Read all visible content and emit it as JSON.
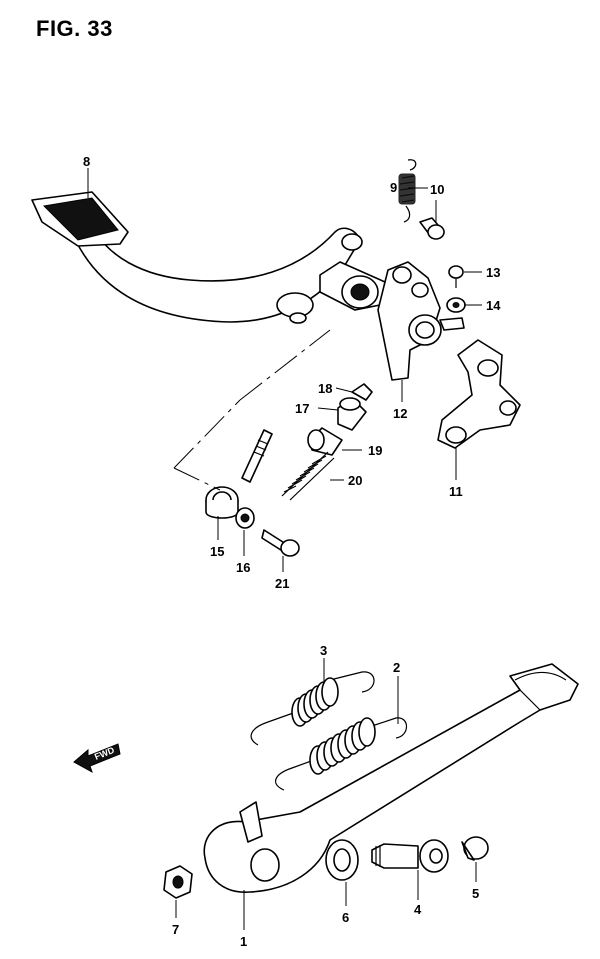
{
  "figure": {
    "title": "FIG. 33",
    "fwd_label": "FWD"
  },
  "callouts": [
    "1",
    "2",
    "3",
    "4",
    "5",
    "6",
    "7",
    "8",
    "9",
    "10",
    "11",
    "12",
    "13",
    "14",
    "15",
    "16",
    "17",
    "18",
    "19",
    "20",
    "21"
  ]
}
